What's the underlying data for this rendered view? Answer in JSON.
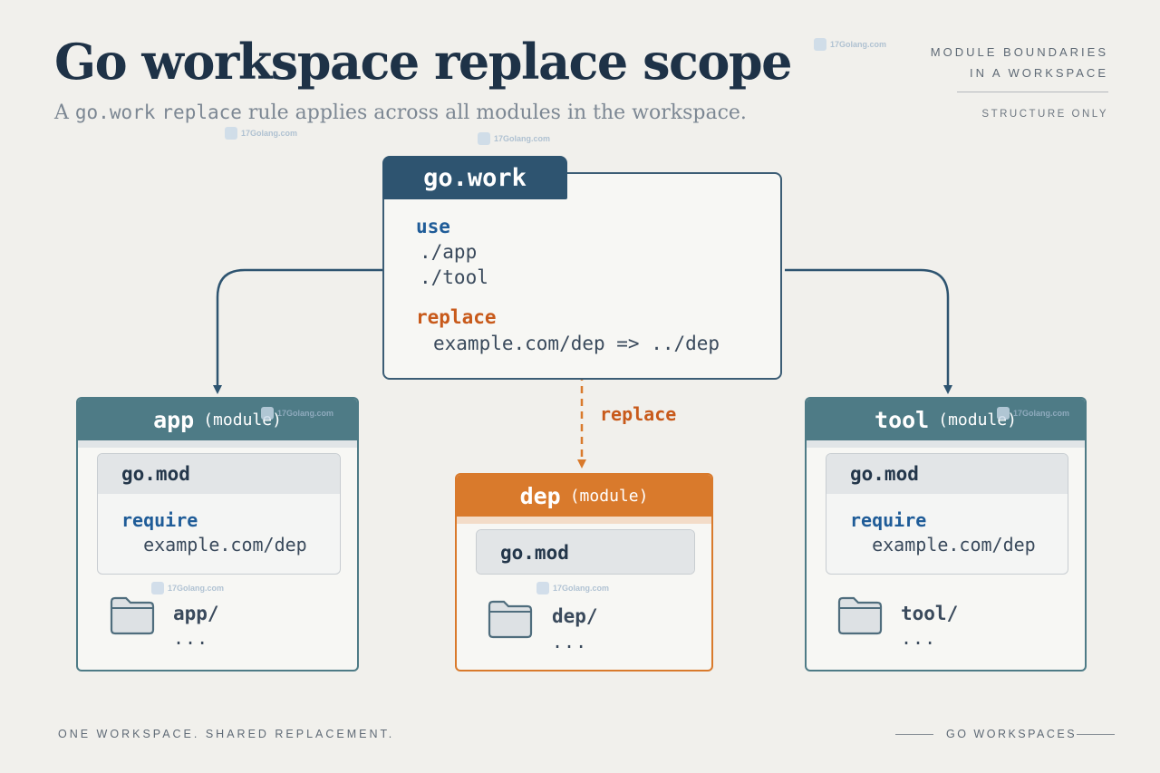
{
  "header": {
    "title": "Go workspace replace scope",
    "subtitle_prefix": "A ",
    "subtitle_code1": "go.work",
    "subtitle_space": " ",
    "subtitle_code2": "replace",
    "subtitle_suffix": " rule applies across all modules in the workspace."
  },
  "side_note": {
    "line1": "MODULE BOUNDARIES",
    "line2": "IN A WORKSPACE",
    "sub": "STRUCTURE ONLY"
  },
  "watermark_text": "17Golang.com",
  "go_work": {
    "tab": "go.work",
    "use_kw": "use",
    "use_paths": [
      "./app",
      "./tool"
    ],
    "replace_kw": "replace",
    "replace_rule": "example.com/dep => ../dep"
  },
  "edge_label": "replace",
  "modules": {
    "app": {
      "name": "app",
      "tag": "(module)",
      "gomod": "go.mod",
      "require_kw": "require",
      "require_path": "example.com/dep",
      "folder": "app/",
      "dots": "..."
    },
    "dep": {
      "name": "dep",
      "tag": "(module)",
      "gomod": "go.mod",
      "folder": "dep/",
      "dots": "..."
    },
    "tool": {
      "name": "tool",
      "tag": "(module)",
      "gomod": "go.mod",
      "require_kw": "require",
      "require_path": "example.com/dep",
      "folder": "tool/",
      "dots": "..."
    }
  },
  "footer": {
    "left": "ONE WORKSPACE. SHARED REPLACEMENT.",
    "right": "GO WORKSPACES"
  },
  "colors": {
    "primary": "#2e5470",
    "module": "#4e7b86",
    "accent": "#d97a2c",
    "keyword_blue": "#1f5c98",
    "keyword_orange": "#c85a1b"
  }
}
